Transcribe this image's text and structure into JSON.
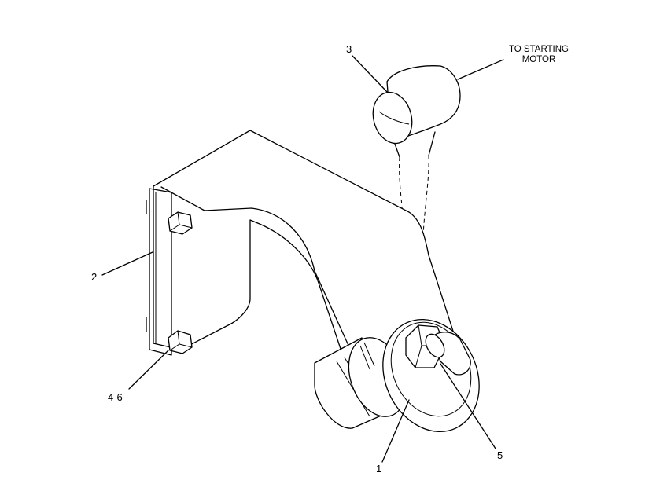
{
  "callouts": {
    "item_1": "1",
    "item_2": "2",
    "item_3": "3",
    "item_4_6": "4-6",
    "item_5": "5"
  },
  "note": {
    "line1": "TO STARTING",
    "line2": "MOTOR"
  }
}
